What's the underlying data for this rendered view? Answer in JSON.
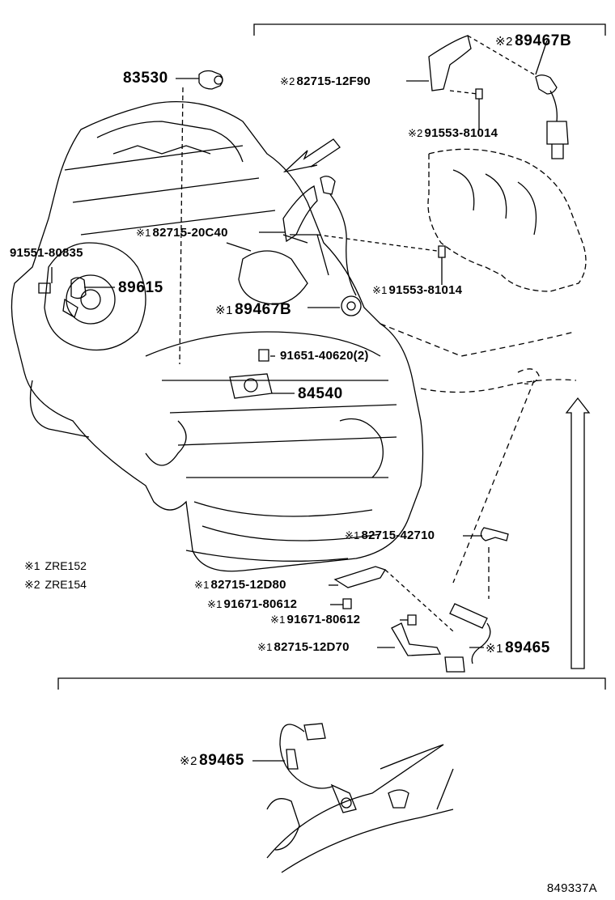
{
  "callouts": {
    "c83530": {
      "prefix": "",
      "part": "83530"
    },
    "c89467b_2": {
      "prefix": "※2",
      "part": "89467B"
    },
    "c82715_12f90": {
      "prefix": "※2",
      "part": "82715-12F90"
    },
    "c91553_81014_2": {
      "prefix": "※2",
      "part": "91553-81014"
    },
    "c82715_20c40": {
      "prefix": "※1",
      "part": "82715-20C40"
    },
    "c91551_80835": {
      "prefix": "",
      "part": "91551-80835"
    },
    "c89615": {
      "prefix": "",
      "part": "89615"
    },
    "c91553_81014_1": {
      "prefix": "※1",
      "part": "91553-81014"
    },
    "c89467b_1": {
      "prefix": "※1",
      "part": "89467B"
    },
    "c91651_40620": {
      "prefix": "",
      "part": "91651-40620(2)"
    },
    "c84540": {
      "prefix": "",
      "part": "84540"
    },
    "c82715_42710": {
      "prefix": "※1",
      "part": "82715-42710"
    },
    "c82715_12d80": {
      "prefix": "※1",
      "part": "82715-12D80"
    },
    "c91671_80612_a": {
      "prefix": "※1",
      "part": "91671-80612"
    },
    "c91671_80612_b": {
      "prefix": "※1",
      "part": "91671-80612"
    },
    "c82715_12d70": {
      "prefix": "※1",
      "part": "82715-12D70"
    },
    "c89465_1": {
      "prefix": "※1",
      "part": "89465"
    },
    "c89465_2": {
      "prefix": "※2",
      "part": "89465"
    }
  },
  "legend": [
    {
      "mark": "※1",
      "text": "ZRE152"
    },
    {
      "mark": "※2",
      "text": "ZRE154"
    }
  ],
  "illustration_code": "849337A"
}
